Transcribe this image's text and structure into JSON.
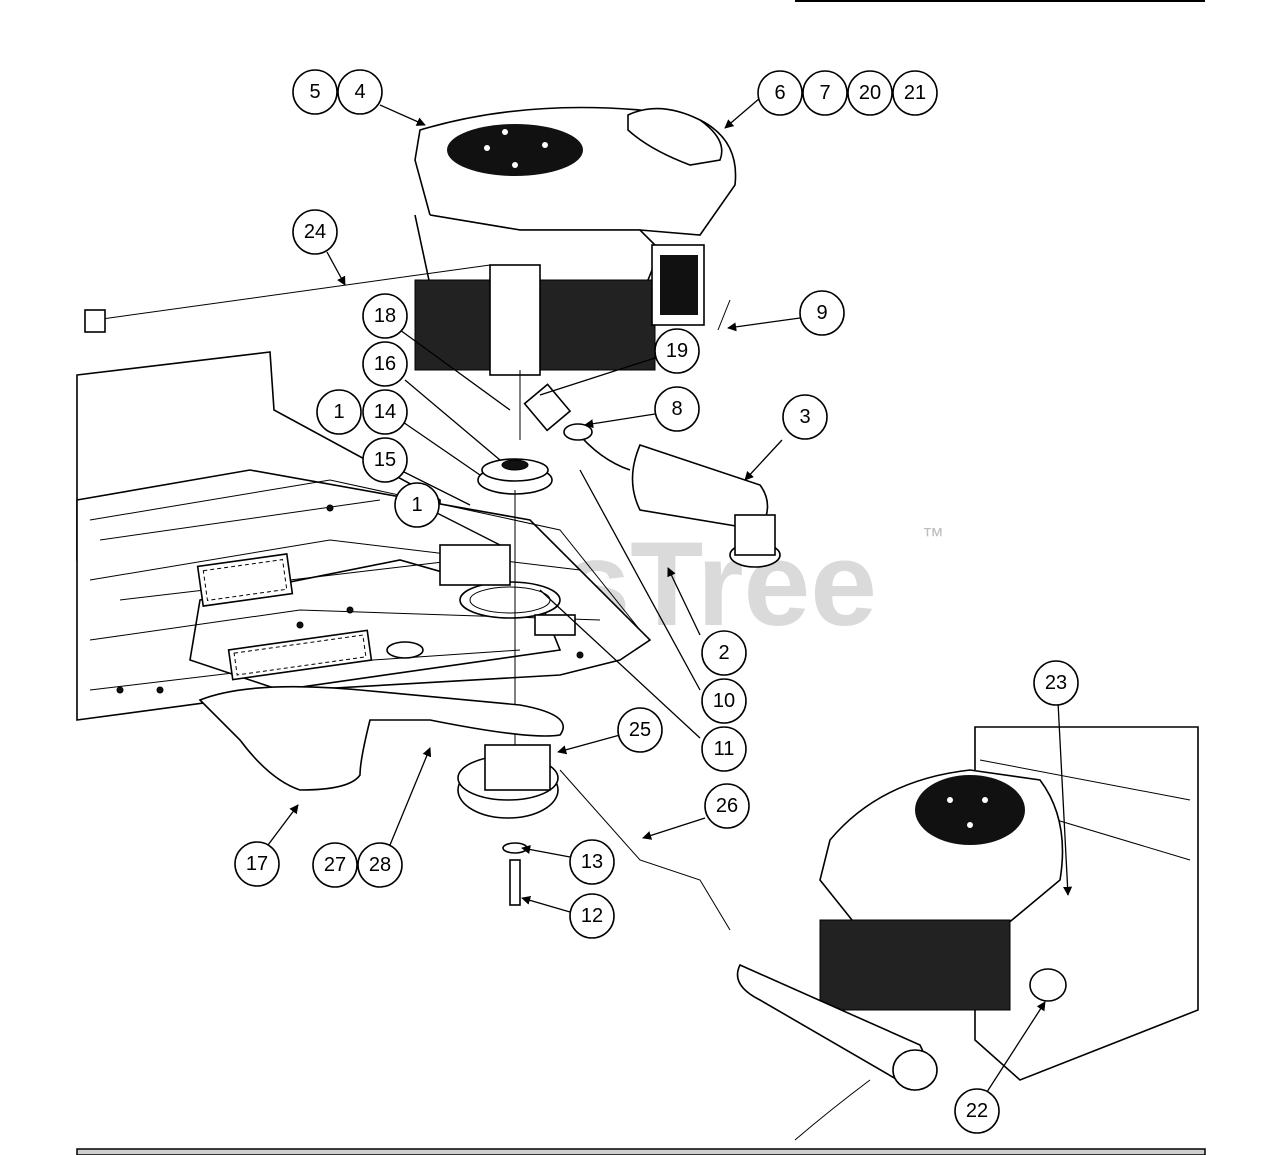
{
  "watermark": {
    "text": "PartsTree",
    "trademark": "™"
  },
  "callouts": [
    "5",
    "4",
    "6",
    "7",
    "20",
    "21",
    "24",
    "9",
    "18",
    "19",
    "16",
    "8",
    "1",
    "14",
    "3",
    "15",
    "1",
    "2",
    "10",
    "11",
    "25",
    "26",
    "13",
    "12",
    "17",
    "27",
    "28",
    "23",
    "22"
  ]
}
